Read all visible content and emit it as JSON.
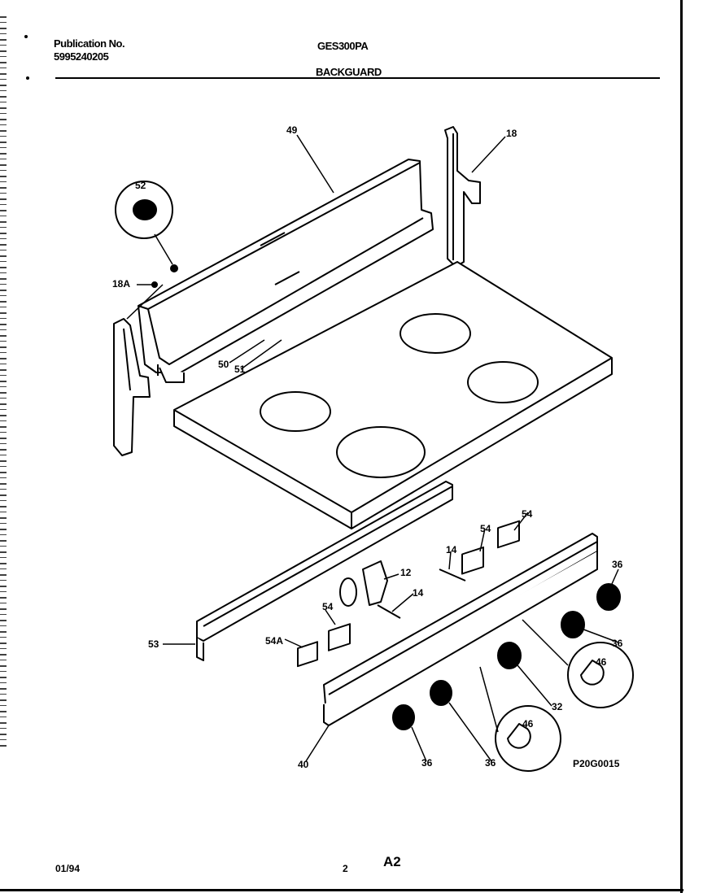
{
  "header": {
    "publication_label": "Publication No.",
    "publication_number": "5995240205",
    "model": "GES300PA",
    "section": "BACKGUARD"
  },
  "diagram": {
    "callouts": [
      "49",
      "18",
      "52",
      "18A",
      "50",
      "51",
      "53",
      "12",
      "14",
      "14",
      "54",
      "54",
      "54",
      "54A",
      "36",
      "36",
      "46",
      "32",
      "46",
      "40",
      "36",
      "36"
    ],
    "figure_code": "P20G0015"
  },
  "footer": {
    "date": "01/94",
    "page": "2",
    "section_code": "A2"
  }
}
